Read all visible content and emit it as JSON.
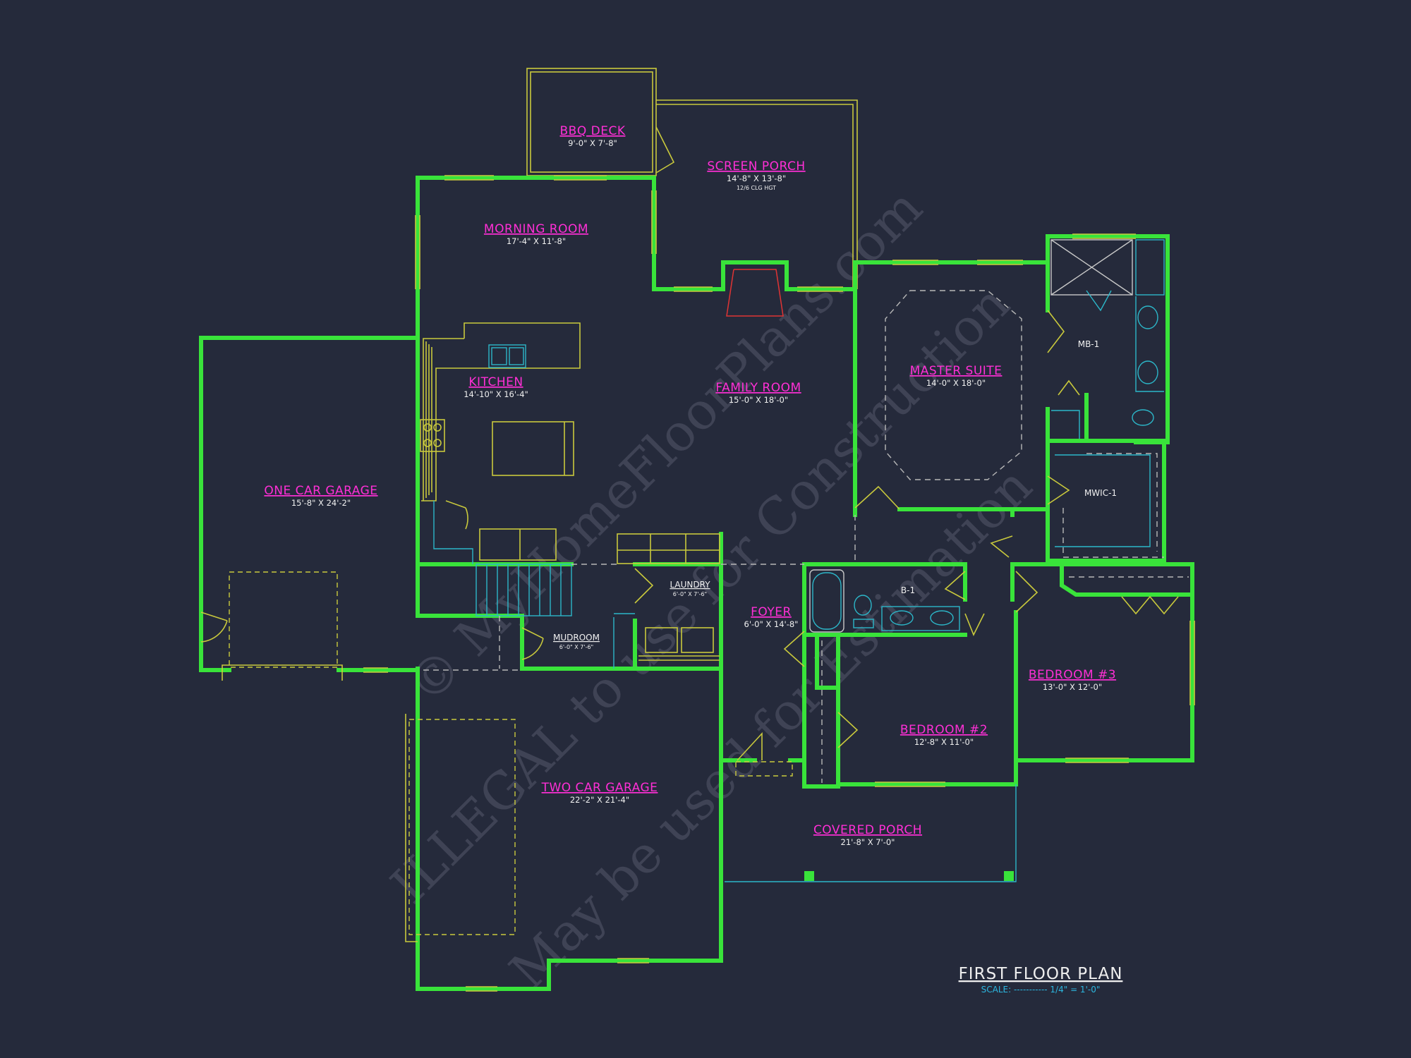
{
  "rooms": {
    "bbq_deck": {
      "name": "BBQ DECK",
      "dims": "9'-0\" X 7'-8\""
    },
    "screen_porch": {
      "name": "SCREEN PORCH",
      "dims": "14'-8\" X 13'-8\"",
      "note": "12/6 CLG HGT"
    },
    "morning_room": {
      "name": "MORNING ROOM",
      "dims": "17'-4\" X 11'-8\""
    },
    "kitchen": {
      "name": "KITCHEN",
      "dims": "14'-10\" X 16'-4\""
    },
    "family_room": {
      "name": "FAMILY ROOM",
      "dims": "15'-0\" X 18'-0\""
    },
    "master_suite": {
      "name": "MASTER SUITE",
      "dims": "14'-0\" X 18'-0\""
    },
    "one_car_garage": {
      "name": "ONE CAR GARAGE",
      "dims": "15'-8\" X 24'-2\""
    },
    "laundry": {
      "name": "LAUNDRY",
      "dims": "6'-0\" X 7'-6\""
    },
    "mudroom": {
      "name": "MUDROOM",
      "dims": "6'-0\" X 7'-6\""
    },
    "foyer": {
      "name": "FOYER",
      "dims": "6'-0\" X 14'-8\""
    },
    "bedroom_2": {
      "name": "BEDROOM #2",
      "dims": "12'-8\" X 11'-0\""
    },
    "bedroom_3": {
      "name": "BEDROOM #3",
      "dims": "13'-0\" X 12'-0\""
    },
    "two_car_garage": {
      "name": "TWO CAR GARAGE",
      "dims": "22'-2\" X 21'-4\""
    },
    "covered_porch": {
      "name": "COVERED PORCH",
      "dims": "21'-8\" X 7'-0\""
    }
  },
  "labels": {
    "mb1": "MB-1",
    "mwic1": "MWIC-1",
    "b1": "B-1"
  },
  "title_block": {
    "title": "FIRST FLOOR PLAN",
    "scale": "SCALE: ----------- 1/4\" = 1'-0\""
  },
  "watermark": {
    "line1": "© MyHomeFloorPlans.com",
    "line2": "ILLEGAL to use for Construction",
    "line3": "May be used for Estimation"
  },
  "colors": {
    "background": "#252a3b",
    "walls": "#39e33a",
    "room_names": "#ff2fd6",
    "fixtures": "#c9c93c",
    "plumbing": "#2cb7c9"
  }
}
